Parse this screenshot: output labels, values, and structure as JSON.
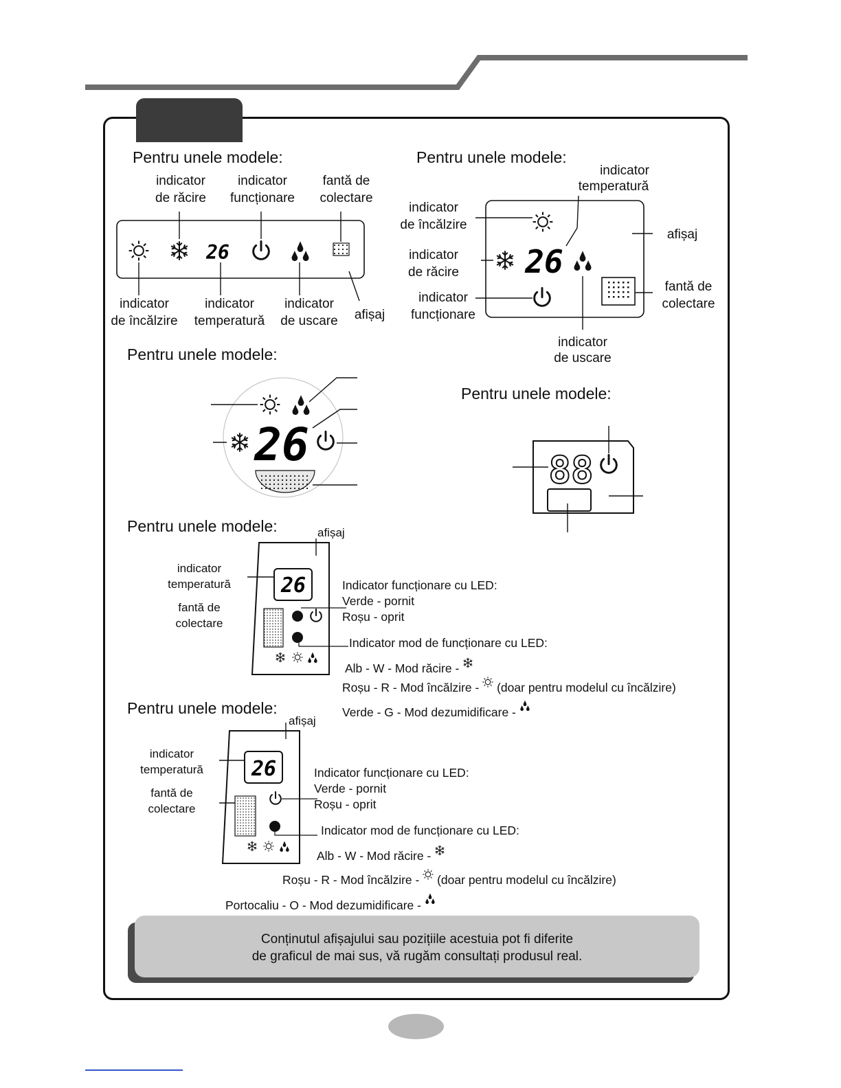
{
  "heading": "Pentru unele modele:",
  "display_value": "26",
  "display_value_alt": "88",
  "panel1": {
    "top_labels": {
      "cooling": [
        "indicator",
        "de răcire"
      ],
      "operation": [
        "indicator",
        "funcționare"
      ],
      "slot": [
        "fantă de",
        "colectare"
      ]
    },
    "bottom_labels": {
      "heating": [
        "indicator",
        "de încălzire"
      ],
      "temperature": [
        "indicator",
        "temperatură"
      ],
      "drying": [
        "indicator",
        "de uscare"
      ],
      "display": "afișaj"
    }
  },
  "panel2": {
    "temperature": [
      "indicator",
      "temperatură"
    ],
    "heating": [
      "indicator",
      "de încălzire"
    ],
    "cooling": [
      "indicator",
      "de răcire"
    ],
    "operation": [
      "indicator",
      "funcționare"
    ],
    "display": "afișaj",
    "slot": [
      "fantă de",
      "colectare"
    ],
    "drying": [
      "indicator",
      "de uscare"
    ]
  },
  "panel5": {
    "display": "afișaj",
    "temperature": [
      "indicator",
      "temperatură"
    ],
    "slot": [
      "fantă de",
      "colectare"
    ],
    "led_operation": [
      "Indicator funcționare cu LED:",
      "Verde - pornit",
      "Roșu - oprit"
    ],
    "led_mode": "Indicator mod de funcționare cu LED:",
    "mode_cool": "Alb - W - Mod răcire -",
    "mode_heat": "Roșu - R - Mod încălzire -",
    "mode_heat_note": "(doar pentru modelul cu încălzire)",
    "mode_dry": "Verde - G - Mod dezumidificare -"
  },
  "panel6": {
    "display": "afișaj",
    "temperature": [
      "indicator",
      "temperatură"
    ],
    "slot": [
      "fantă de",
      "colectare"
    ],
    "led_operation": [
      "Indicator funcționare cu LED:",
      "Verde - pornit",
      "Roșu - oprit"
    ],
    "led_mode": "Indicator mod de funcționare cu LED:",
    "mode_cool": "Alb - W - Mod răcire -",
    "mode_heat": "Roșu - R - Mod încălzire -",
    "mode_heat_note": "(doar pentru modelul cu încălzire)",
    "mode_dry": "Portocaliu - O - Mod dezumidificare -"
  },
  "note": [
    "Conținutul afișajului sau pozițiile acestuia pot fi diferite",
    "de graficul de mai sus, vă rugăm consultați produsul real."
  ]
}
